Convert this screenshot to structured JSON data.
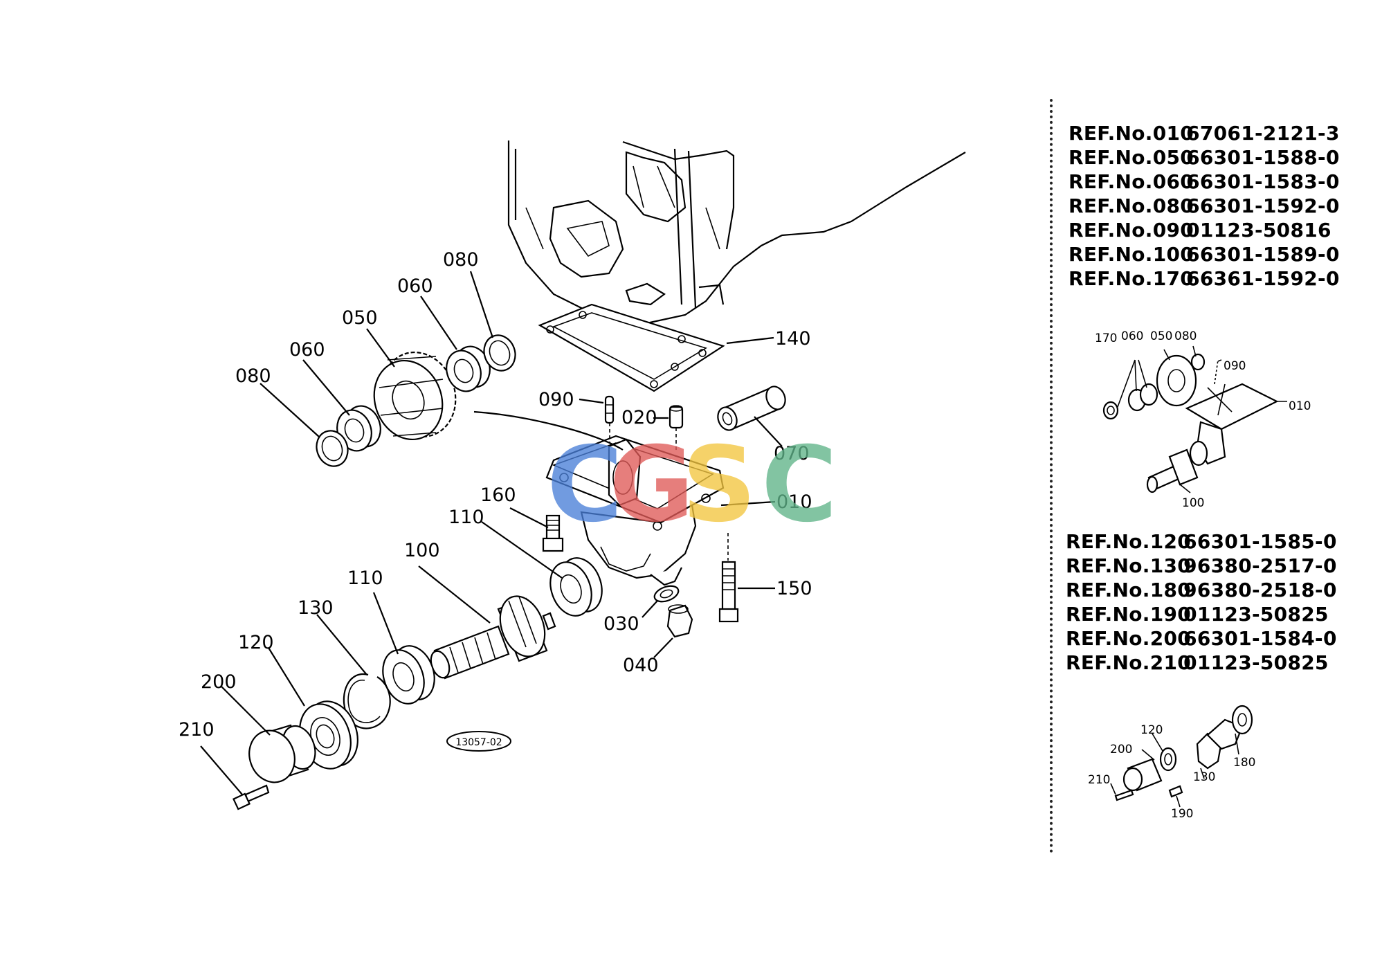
{
  "diagram": {
    "callouts": {
      "c010": "010",
      "c020": "020",
      "c030": "030",
      "c040": "040",
      "c050": "050",
      "c060a": "060",
      "c060b": "060",
      "c070": "070",
      "c080a": "080",
      "c080b": "080",
      "c090": "090",
      "c100": "100",
      "c110a": "110",
      "c110b": "110",
      "c120": "120",
      "c130": "130",
      "c140": "140",
      "c150": "150",
      "c160": "160",
      "c200": "200",
      "c210": "210"
    },
    "figure_code": "13057-02",
    "watermark": {
      "letters": [
        "C",
        "G",
        "S",
        "C"
      ],
      "colors": [
        "#4a7fd8",
        "#e05a58",
        "#f3c640",
        "#5fb489"
      ]
    }
  },
  "reference_table_1": [
    {
      "ref": "REF.No.010",
      "part": "67061-2121-3"
    },
    {
      "ref": "REF.No.050",
      "part": "66301-1588-0"
    },
    {
      "ref": "REF.No.060",
      "part": "66301-1583-0"
    },
    {
      "ref": "REF.No.080",
      "part": "66301-1592-0"
    },
    {
      "ref": "REF.No.090",
      "part": "01123-50816"
    },
    {
      "ref": "REF.No.100",
      "part": "66301-1589-0"
    },
    {
      "ref": "REF.No.170",
      "part": "66361-1592-0"
    }
  ],
  "reference_table_2": [
    {
      "ref": "REF.No.120",
      "part": "66301-1585-0"
    },
    {
      "ref": "REF.No.130",
      "part": "96380-2517-0"
    },
    {
      "ref": "REF.No.180",
      "part": "96380-2518-0"
    },
    {
      "ref": "REF.No.190",
      "part": "01123-50825"
    },
    {
      "ref": "REF.No.200",
      "part": "66301-1584-0"
    },
    {
      "ref": "REF.No.210",
      "part": "01123-50825"
    }
  ],
  "mini_diagram_1": {
    "labels": {
      "m170": "170",
      "m060": "060",
      "m050": "050",
      "m080": "080",
      "m090": "090",
      "m010": "010",
      "m100": "100"
    }
  },
  "mini_diagram_2": {
    "labels": {
      "n120": "120",
      "n200": "200",
      "n180": "180",
      "n130": "130",
      "n210": "210",
      "n190": "190"
    }
  }
}
